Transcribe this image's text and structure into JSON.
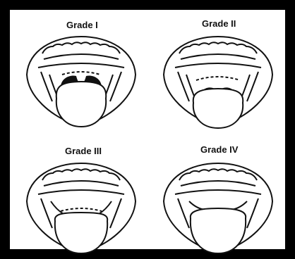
{
  "figure": {
    "panels": [
      {
        "label": "Grade I",
        "grade": 1
      },
      {
        "label": "Grade II",
        "grade": 2
      },
      {
        "label": "Grade III",
        "grade": 3
      },
      {
        "label": "Grade IV",
        "grade": 4
      }
    ]
  },
  "colors": {
    "frame": "#000000",
    "background": "#ffffff",
    "ink": "#111111"
  }
}
